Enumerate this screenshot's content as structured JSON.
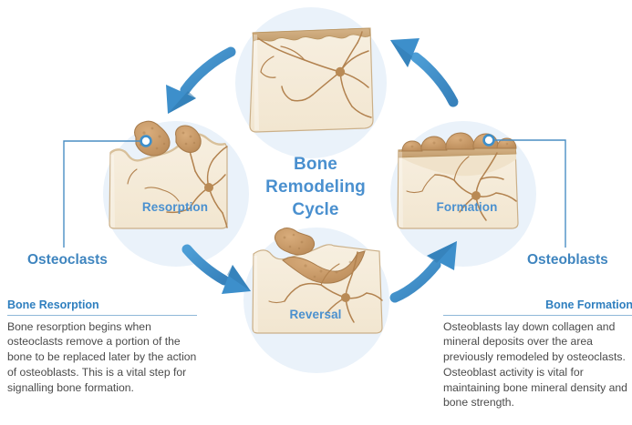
{
  "figure": {
    "title_lines": [
      "Bone",
      "Remodeling",
      "Cycle"
    ],
    "accent_blue": "#4a90cf",
    "arrow_blue": "#3d8fcb",
    "halo_blue": "#eaf2fa",
    "bone_fill": "#f4ead8",
    "bone_edge": "#c8a678",
    "cell_fill": "#c89a68",
    "rule_color": "#8fb8d8",
    "body_text_color": "#4a4a4a"
  },
  "stages": [
    {
      "id": "quiescence",
      "label": "",
      "position": "top"
    },
    {
      "id": "resorption",
      "label": "Resorption",
      "position": "left"
    },
    {
      "id": "formation",
      "label": "Formation",
      "position": "right"
    },
    {
      "id": "reversal",
      "label": "Reversal",
      "position": "bottom"
    }
  ],
  "cell_labels": {
    "left": "Osteoclasts",
    "right": "Osteoblasts"
  },
  "captions": {
    "left": {
      "title": "Bone Resorption",
      "body": "Bone resorption begins when osteoclasts remove a portion of the bone to be replaced later by the action of osteoblasts. This is a vital step for signalling bone formation."
    },
    "right": {
      "title": "Bone Formation",
      "body": "Osteoblasts lay down collagen and mineral deposits over the area previously remodeled by osteoclasts. Osteoblast activity is vital for maintaining bone mineral density and bone strength."
    }
  },
  "arrows": [
    {
      "id": "arrow-top-to-left",
      "from": "quiescence",
      "to": "resorption"
    },
    {
      "id": "arrow-left-to-bottom",
      "from": "resorption",
      "to": "reversal"
    },
    {
      "id": "arrow-bottom-to-right",
      "from": "reversal",
      "to": "formation"
    },
    {
      "id": "arrow-right-to-top",
      "from": "formation",
      "to": "quiescence"
    }
  ]
}
